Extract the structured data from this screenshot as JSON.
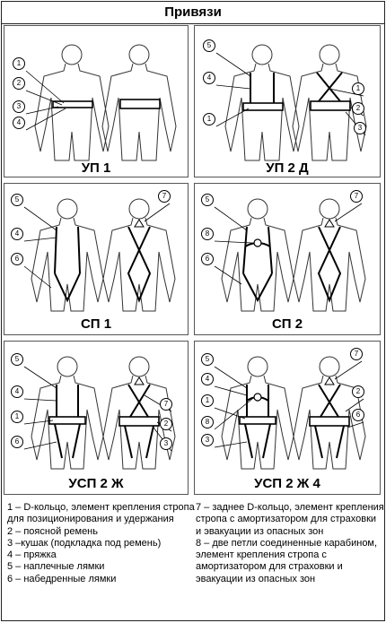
{
  "page_title": "Привязи",
  "panels": [
    {
      "caption": "УП 1",
      "callouts": [
        "1",
        "2",
        "3",
        "4"
      ]
    },
    {
      "caption": "УП 2 Д",
      "callouts": [
        "5",
        "4",
        "1",
        "1",
        "2",
        "3"
      ]
    },
    {
      "caption": "СП 1",
      "callouts": [
        "5",
        "4",
        "6",
        "7"
      ]
    },
    {
      "caption": "СП 2",
      "callouts": [
        "5",
        "8",
        "6",
        "7"
      ]
    },
    {
      "caption": "УСП 2 Ж",
      "callouts": [
        "5",
        "4",
        "1",
        "6",
        "7",
        "2",
        "3"
      ]
    },
    {
      "caption": "УСП 2 Ж 4",
      "callouts": [
        "5",
        "4",
        "1",
        "8",
        "3",
        "7",
        "2",
        "6"
      ]
    }
  ],
  "legend_left": [
    "1 – D-кольцо, элемент крепления стропа для позиционирования и удержания",
    "2 – поясной ремень",
    "3 –кушак (подкладка под ремень)",
    "4 – пряжка",
    "5 – наплечные лямки",
    "6 – набедренные лямки"
  ],
  "legend_right": [
    "7 – заднее D-кольцо, элемент крепления стропа с амортизатором для страховки и  эвакуации из опасных зон",
    "8 – две петли соединенные карабином, элемент крепления стропа с амортизатором для страховки и эвакуации из опасных зон"
  ]
}
